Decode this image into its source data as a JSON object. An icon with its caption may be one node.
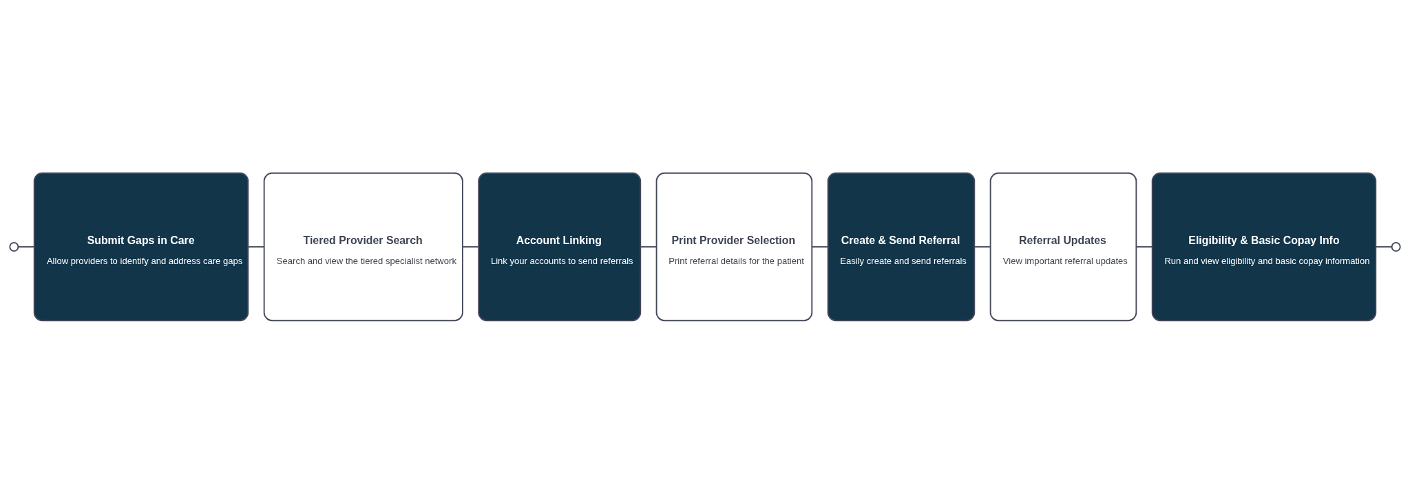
{
  "diagram": {
    "nodes": [
      {
        "text": [],
        "shape": "circle"
      },
      {
        "text": [
          "Submit Gaps in Care",
          "Allow providers to identify and address care gaps"
        ]
      },
      {
        "text": [
          "Tiered Provider Search",
          "Search and view the tiered specialist network"
        ]
      },
      {
        "text": [
          "Account Linking",
          "Link your accounts to send referrals"
        ]
      },
      {
        "text": [
          "Print Provider Selection",
          "Print referral details for the patient"
        ]
      },
      {
        "text": [
          "Create & Send Referral",
          "Easily create and send referrals"
        ]
      },
      {
        "text": [
          "Referral Updates",
          "View important referral updates"
        ]
      },
      {
        "text": [
          "Eligibility & Basic Copay Info",
          "Run and view eligibility and basic copay information"
        ]
      },
      {
        "text": [],
        "shape": "circle"
      }
    ],
    "edges": [
      {
        "from": 0,
        "to": 1,
        "arrow": "none"
      },
      {
        "from": 1,
        "to": 2,
        "arrow": "none"
      },
      {
        "from": 2,
        "to": 3,
        "arrow": "none"
      },
      {
        "from": 3,
        "to": 4,
        "arrow": "none"
      },
      {
        "from": 4,
        "to": 5,
        "arrow": "none"
      },
      {
        "from": 5,
        "to": 6,
        "arrow": "none"
      },
      {
        "from": 6,
        "to": 7,
        "arrow": "none"
      },
      {
        "from": 7,
        "to": 8,
        "arrow": "none"
      }
    ]
  }
}
